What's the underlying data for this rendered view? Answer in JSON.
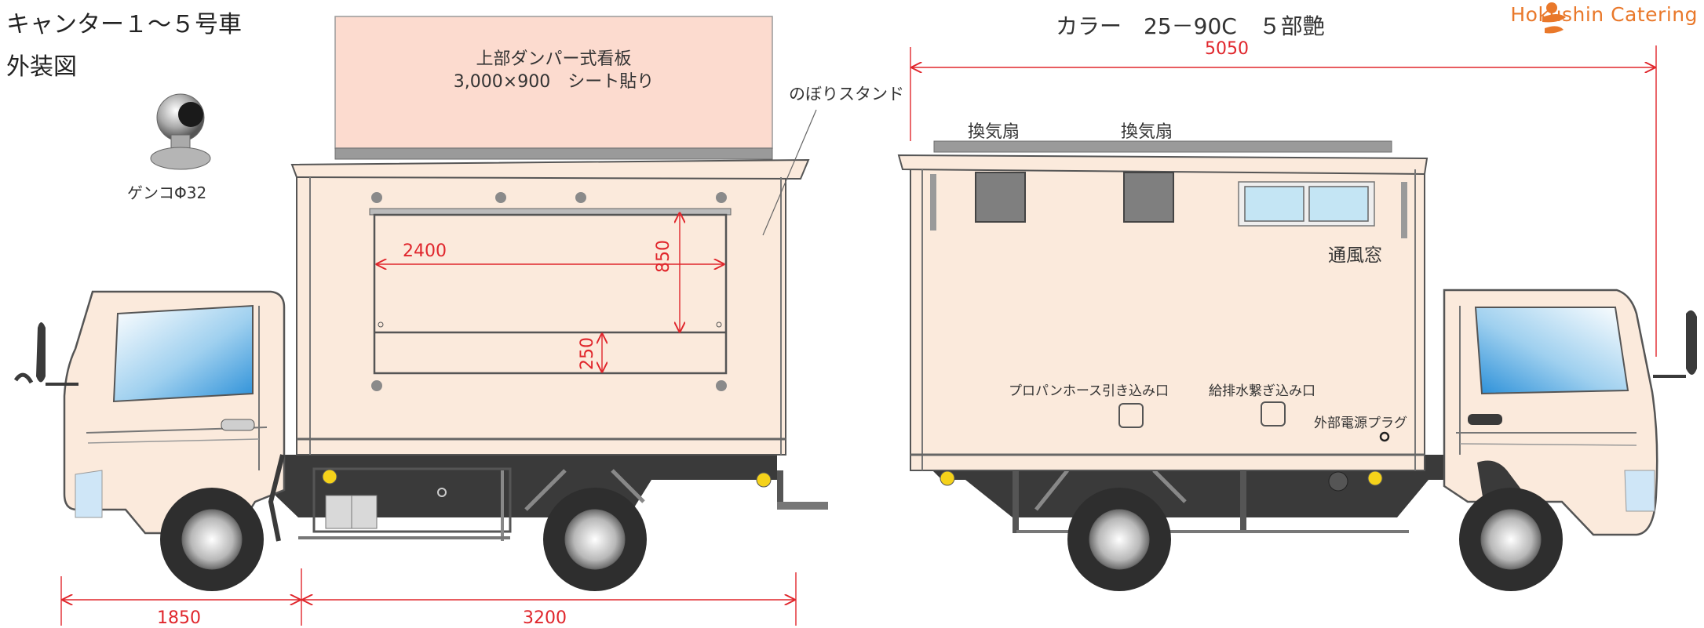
{
  "header": {
    "title_line1": "キャンター１～５号車",
    "title_line2": "外装図",
    "color_note": "カラー　25－90C　５部艶",
    "brand": "Hokushin Catering"
  },
  "left_view": {
    "accessory_label": "ゲンコΦ32",
    "signboard_line1": "上部ダンパー式看板",
    "signboard_line2": "3,000×900　シート貼り",
    "flag_stand_label": "のぼりスタンド",
    "window_width": "2400",
    "window_height": "850",
    "counter_height": "250",
    "cab_length": "1850",
    "body_length": "3200"
  },
  "right_view": {
    "total_length": "5050",
    "fan1_label": "換気扇",
    "fan2_label": "換気扇",
    "vent_window_label": "通風窓",
    "propane_label": "プロパンホース引き込み口",
    "water_label": "給排水繋ぎ込み口",
    "power_label": "外部電源プラグ"
  },
  "colors": {
    "body": "#fbeadc",
    "signboard": "#fcdbcf",
    "chassis": "#3a3a3a",
    "dimension": "#e0262c",
    "glass": "#7ab8e0",
    "brand": "#e9782a"
  }
}
